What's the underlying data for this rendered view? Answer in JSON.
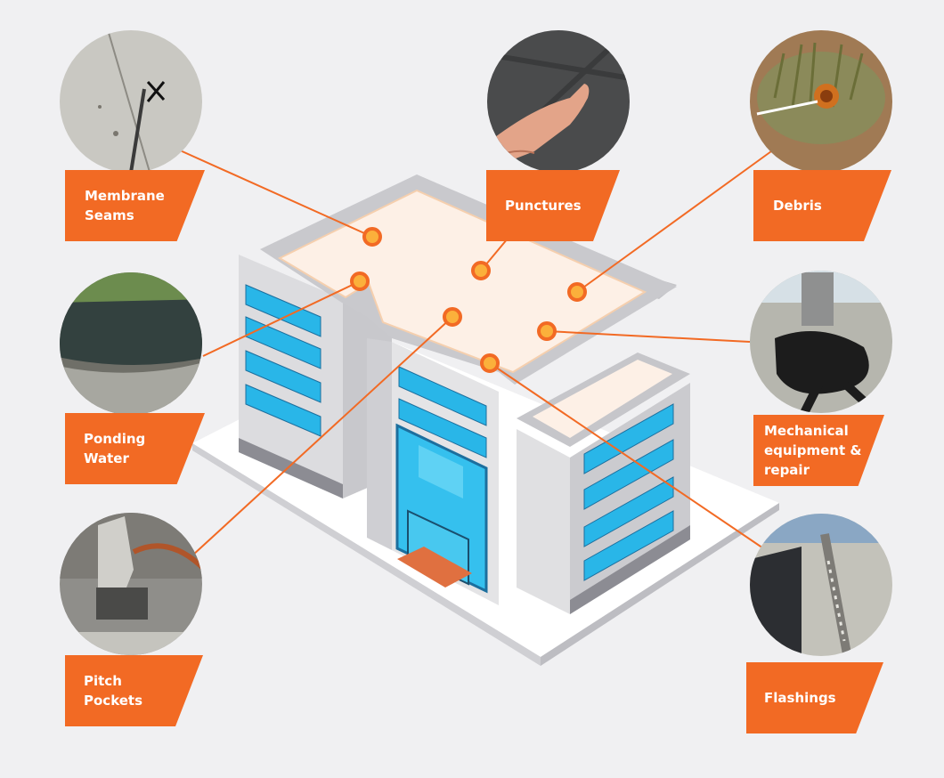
{
  "diagram": {
    "callouts": [
      {
        "id": "membrane-seams",
        "label": "Membrane\nSeams",
        "photo_icon": "seam-crack-photo"
      },
      {
        "id": "punctures",
        "label": "Punctures",
        "photo_icon": "finger-pointing-puncture-photo"
      },
      {
        "id": "debris",
        "label": "Debris",
        "photo_icon": "drain-with-grass-debris-photo"
      },
      {
        "id": "ponding-water",
        "label": "Ponding\nWater",
        "photo_icon": "water-pooling-roof-photo"
      },
      {
        "id": "mechanical",
        "label": "Mechanical\nequipment &\nrepair",
        "photo_icon": "vent-stack-tar-patch-photo"
      },
      {
        "id": "pitch-pockets",
        "label": "Pitch\nPockets",
        "photo_icon": "pipe-pitch-pocket-photo"
      },
      {
        "id": "flashings",
        "label": "Flashings",
        "photo_icon": "flashing-seam-photo"
      }
    ],
    "colors": {
      "accent": "#f26a24",
      "marker_fill": "#fbb03b",
      "roof": "#fdf0e6",
      "wall": "#d9d9dc",
      "window": "#29b6e8",
      "background": "#f0f0f2"
    }
  }
}
